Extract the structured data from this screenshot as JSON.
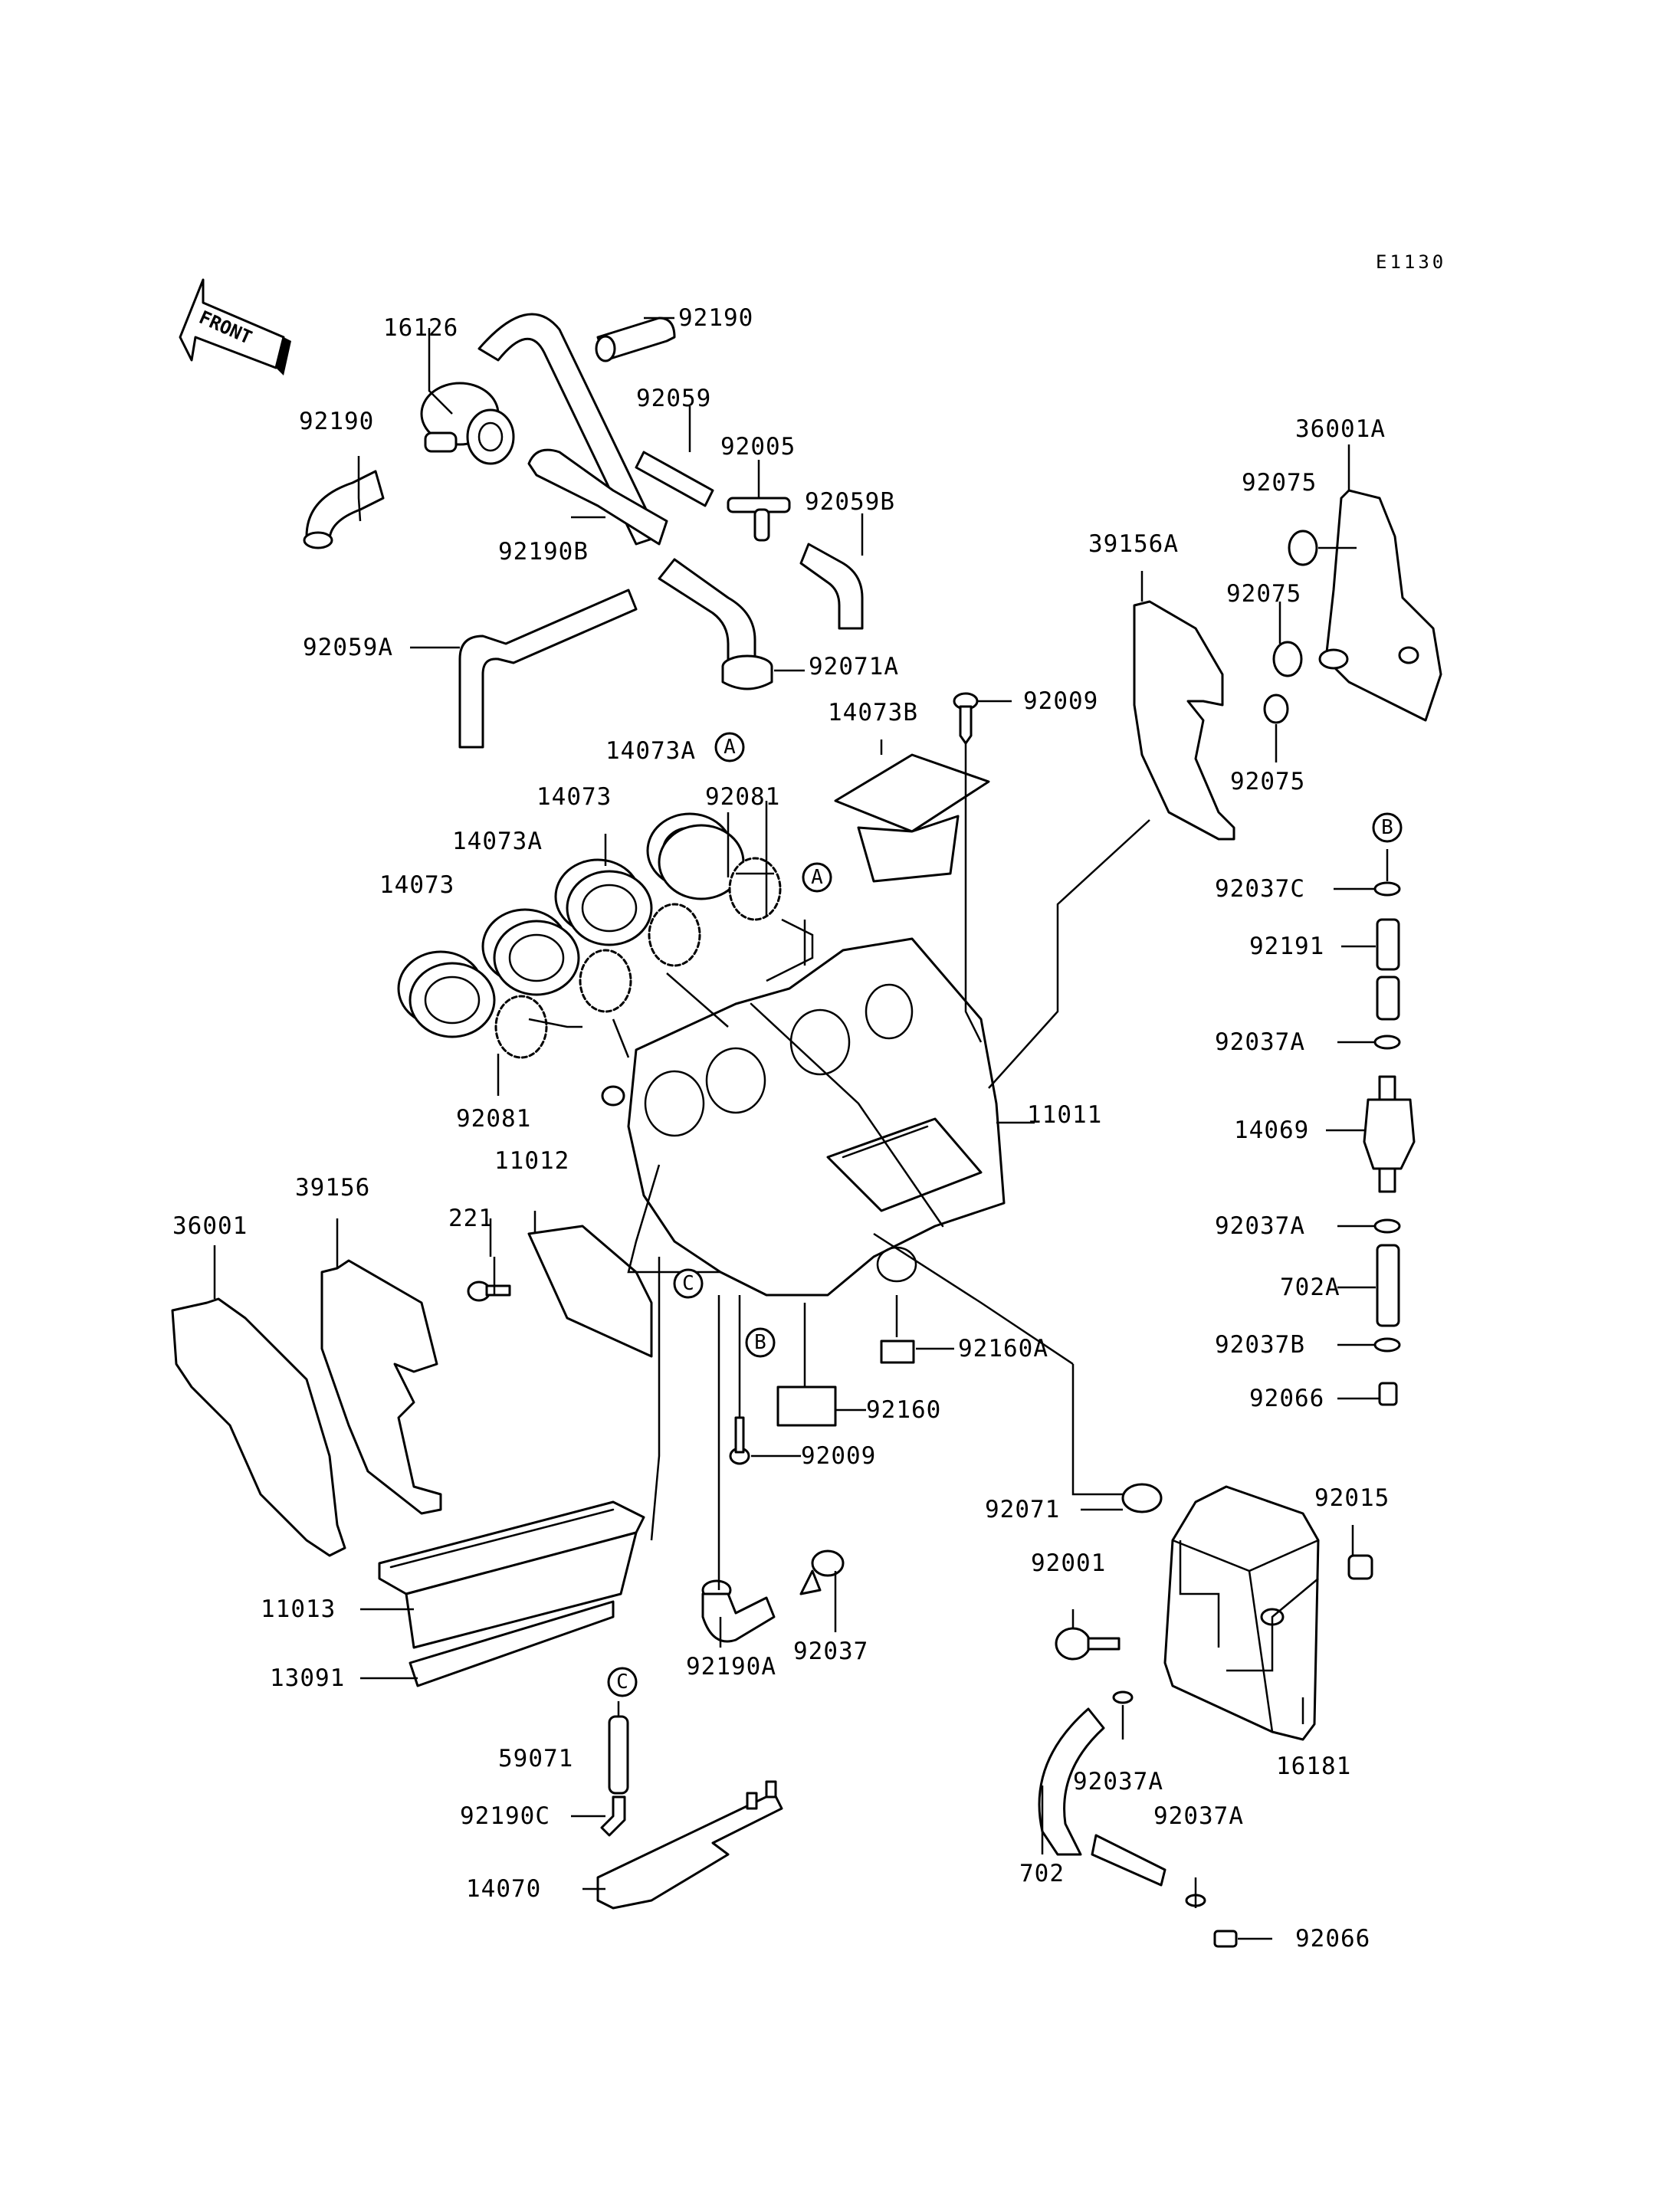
{
  "diagram_code": "E1130",
  "front_label": "FRONT",
  "callouts": [
    "A",
    "B",
    "C"
  ],
  "part_numbers": {
    "p16126": "16126",
    "p92190_top": "92190",
    "p92190_left": "92190",
    "p92059": "92059",
    "p92005": "92005",
    "p92059B": "92059B",
    "p92190B": "92190B",
    "p92059A": "92059A",
    "p92071A": "92071A",
    "p92009_top": "92009",
    "p14073B": "14073B",
    "p14073A_top": "14073A",
    "p14073_mid": "14073",
    "p92081_top": "92081",
    "p14073A_left": "14073A",
    "p14073_left": "14073",
    "p92081_bottom": "92081",
    "p11011": "11011",
    "p11012": "11012",
    "p221": "221",
    "p39156": "39156",
    "p36001": "36001",
    "p92160A": "92160A",
    "p92160": "92160",
    "p92009_bottom": "92009",
    "p11013": "11013",
    "p13091": "13091",
    "p92190A": "92190A",
    "p92037": "92037",
    "p59071": "59071",
    "p92190C": "92190C",
    "p14070": "14070",
    "p39156A": "39156A",
    "p36001A": "36001A",
    "p92075_a": "92075",
    "p92075_b": "92075",
    "p92075_c": "92075",
    "p92037C": "92037C",
    "p92191": "92191",
    "p92037A_r1": "92037A",
    "p14069": "14069",
    "p92037A_r2": "92037A",
    "p702A": "702A",
    "p92037B": "92037B",
    "p92066_r": "92066",
    "p92071": "92071",
    "p92015": "92015",
    "p92001": "92001",
    "p16181": "16181",
    "p92037A_b1": "92037A",
    "p92037A_b2": "92037A",
    "p702": "702",
    "p92066_b": "92066"
  }
}
